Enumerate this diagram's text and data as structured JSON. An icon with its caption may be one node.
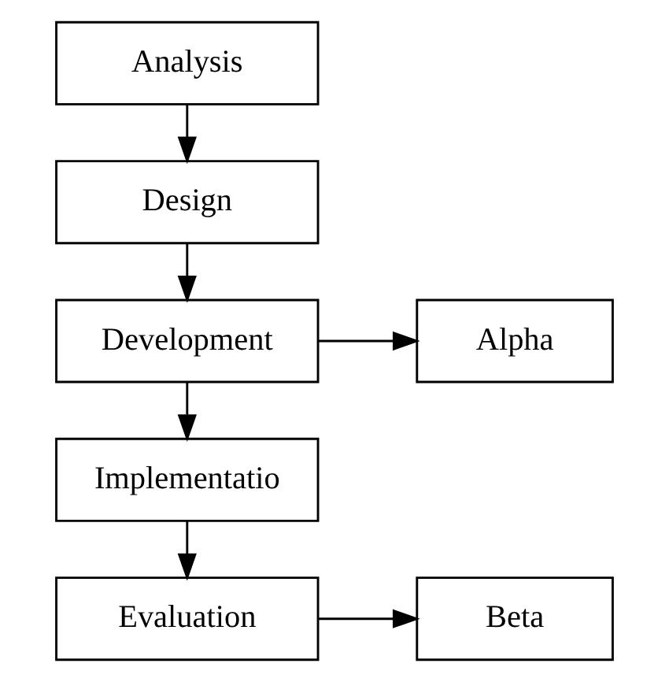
{
  "diagram": {
    "nodes": [
      {
        "text": [
          "Analysis"
        ]
      },
      {
        "text": [
          "Design"
        ]
      },
      {
        "text": [
          "Development"
        ]
      },
      {
        "text": [
          "Alpha"
        ]
      },
      {
        "text": [
          "Implementatio"
        ]
      },
      {
        "text": [
          "Evaluation"
        ]
      },
      {
        "text": [
          "Beta"
        ]
      }
    ],
    "edges": [
      {
        "from": 0,
        "to": 1,
        "arrow": "to"
      },
      {
        "from": 1,
        "to": 2,
        "arrow": "to"
      },
      {
        "from": 2,
        "to": 3,
        "arrow": "to"
      },
      {
        "from": 2,
        "to": 4,
        "arrow": "to"
      },
      {
        "from": 4,
        "to": 5,
        "arrow": "to"
      },
      {
        "from": 5,
        "to": 6,
        "arrow": "to"
      }
    ]
  }
}
